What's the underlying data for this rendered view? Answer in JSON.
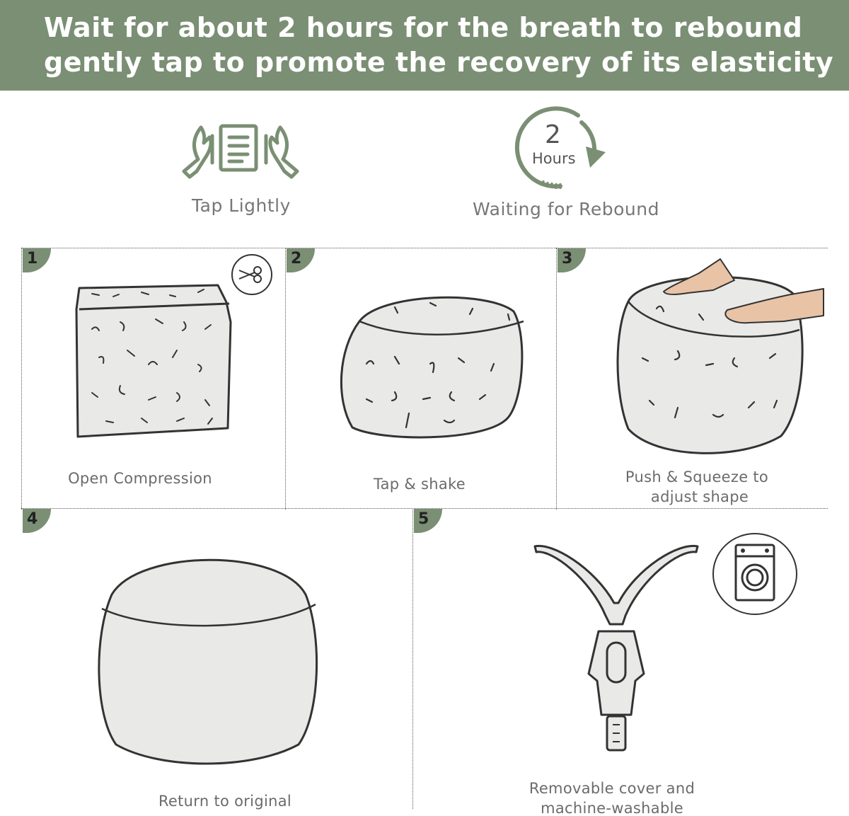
{
  "banner": {
    "line1": "Wait for about 2 hours for the breath to rebound",
    "line2": "gently tap to promote the recovery of its elasticity"
  },
  "top": {
    "tap_label": "Tap Lightly",
    "wait_label": "Waiting for Rebound",
    "timer_number": "2",
    "timer_unit": "Hours"
  },
  "steps": [
    {
      "number": "1",
      "label": "Open Compression"
    },
    {
      "number": "2",
      "label": "Tap & shake"
    },
    {
      "number": "3",
      "label_line1": "Push & Squeeze to",
      "label_line2": "adjust shape"
    },
    {
      "number": "4",
      "label": "Return to original"
    },
    {
      "number": "5",
      "label_line1": "Removable cover and",
      "label_line2": "machine-washable"
    }
  ],
  "colors": {
    "accent": "#7a8f73",
    "fill": "#e9e9e7",
    "stroke": "#333333"
  },
  "icons": [
    "tap-hands-icon",
    "timer-icon",
    "scissors-icon",
    "washing-machine-icon",
    "zipper-icon"
  ]
}
